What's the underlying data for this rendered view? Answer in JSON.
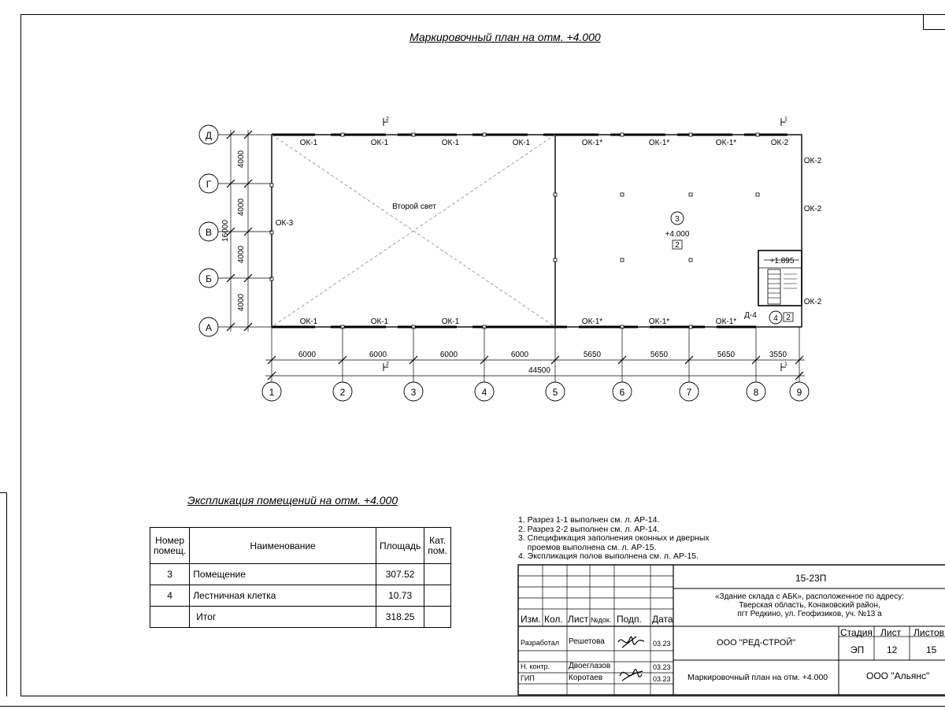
{
  "sheet": {
    "plan_title": "Маркировочный план на отм. +4.000",
    "explication_title": "Экспликация помещений на отм. +4.000"
  },
  "plan": {
    "axes_letters": [
      "Д",
      "Г",
      "В",
      "Б",
      "А"
    ],
    "axes_numbers": [
      "1",
      "2",
      "3",
      "4",
      "5",
      "6",
      "7",
      "8",
      "9"
    ],
    "vertical_dims": [
      "4000",
      "4000",
      "4000",
      "4000"
    ],
    "vertical_total": "16000",
    "horizontal_dims": [
      "6000",
      "6000",
      "6000",
      "6000",
      "5650",
      "5650",
      "5650",
      "3550"
    ],
    "horizontal_total": "44500",
    "top_windows": [
      "ОК-1",
      "ОК-1",
      "ОК-1",
      "ОК-1",
      "ОК-1*",
      "ОК-1*",
      "ОК-1*",
      "ОК-2"
    ],
    "bottom_windows": [
      "ОК-1",
      "ОК-1",
      "ОК-1",
      "ОК-1*",
      "ОК-1*",
      "ОК-1*"
    ],
    "right_windows": [
      "ОК-2",
      "ОК-2",
      "ОК-2"
    ],
    "left_window": "ОК-3",
    "door": "Д-4",
    "second_light": "Второй свет",
    "room3_number": "3",
    "room3_level": "+4.000",
    "room3_floor": "2",
    "room4_number": "4",
    "room4_floor": "2",
    "stair_level": "+1.895",
    "section_marks": [
      "2",
      "1",
      "2",
      "1"
    ]
  },
  "explication": {
    "headers": [
      "Номер помещ.",
      "Наименование",
      "Площадь",
      "Кат. пом."
    ],
    "rows": [
      {
        "num": "3",
        "name": "Помещение",
        "area": "307.52",
        "cat": ""
      },
      {
        "num": "4",
        "name": "Лестничная клетка",
        "area": "10.73",
        "cat": ""
      },
      {
        "num": "",
        "name": "Итог",
        "area": "318.25",
        "cat": ""
      }
    ]
  },
  "notes": [
    "1. Разрез 1-1 выполнен см. л. АР-14.",
    "2. Разрез 2-2 выполнен см. л. АР-14.",
    "3. Спецификация заполнения оконных и дверных",
    "    проемов выполнена см. л. АР-15.",
    "4. Экспликация полов выполнена см. л. АР-15."
  ],
  "title_block": {
    "code": "15-23П",
    "project": [
      "«Здание склада с АБК», расположенное по адресу:",
      "Тверская область, Конаковский район,",
      "пгт Редкино, ул. Геофизиков, уч. №13 а"
    ],
    "col_izm": "Изм.",
    "col_kol": "Кол.",
    "col_list": "Лист",
    "col_ndok": "№док.",
    "col_podp": "Подп.",
    "col_data": "Дата",
    "developer_company": "ООО \"РЕД-СТРОЙ\"",
    "stage_label": "Стадия",
    "sheet_label": "Лист",
    "sheets_label": "Листов",
    "stage": "ЭП",
    "sheet": "12",
    "sheets": "15",
    "sheet_name": "Маркировочный план на отм. +4.000",
    "org": "ООО \"Альянс\"",
    "roles": [
      {
        "role": "Разработал",
        "name": "Решетова",
        "date": "03.23"
      },
      {
        "role": "Н. контр.",
        "name": "Двоеглазов",
        "date": "03.23"
      },
      {
        "role": "ГИП",
        "name": "Коротаев",
        "date": "03.23"
      }
    ]
  }
}
